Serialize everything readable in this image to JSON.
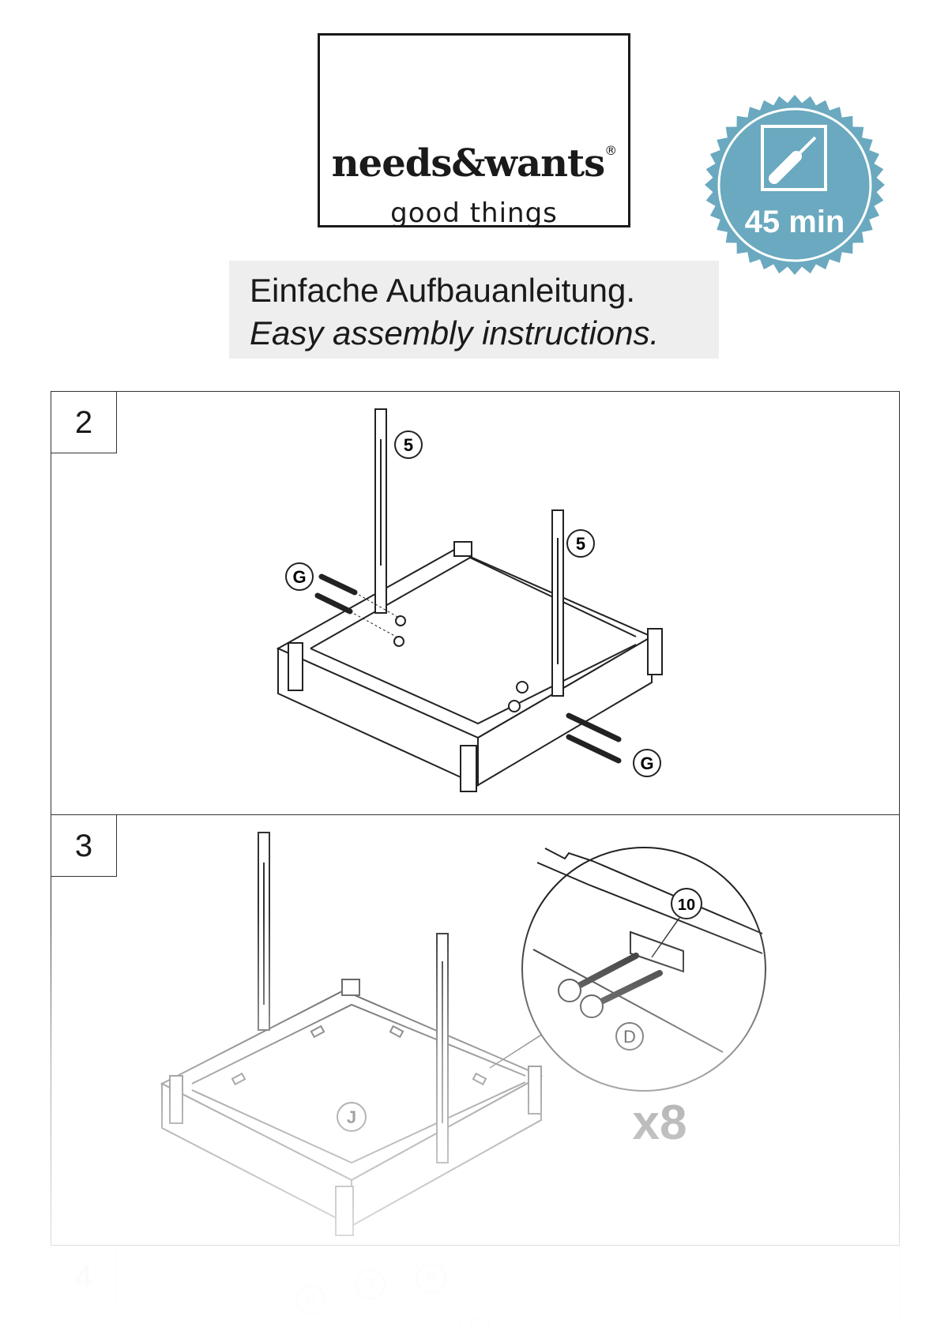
{
  "logo": {
    "brand": "needs&wants",
    "registered": "®",
    "tagline": "good things"
  },
  "badge": {
    "time": "45 min",
    "icon": "screwdriver-icon",
    "color": "#6aa9bf"
  },
  "title": {
    "german": "Einfache Aufbauanleitung.",
    "english": "Easy assembly instructions."
  },
  "steps": [
    {
      "number": "2",
      "labels": {
        "post": "5",
        "screw": "G"
      }
    },
    {
      "number": "3",
      "labels": {
        "screw_detail": "10",
        "bracket": "D",
        "panel": "J",
        "quantity": "x8"
      }
    },
    {
      "number": "4",
      "labels": {
        "a": "6",
        "b": "7",
        "c": "8",
        "d": "C"
      }
    }
  ]
}
